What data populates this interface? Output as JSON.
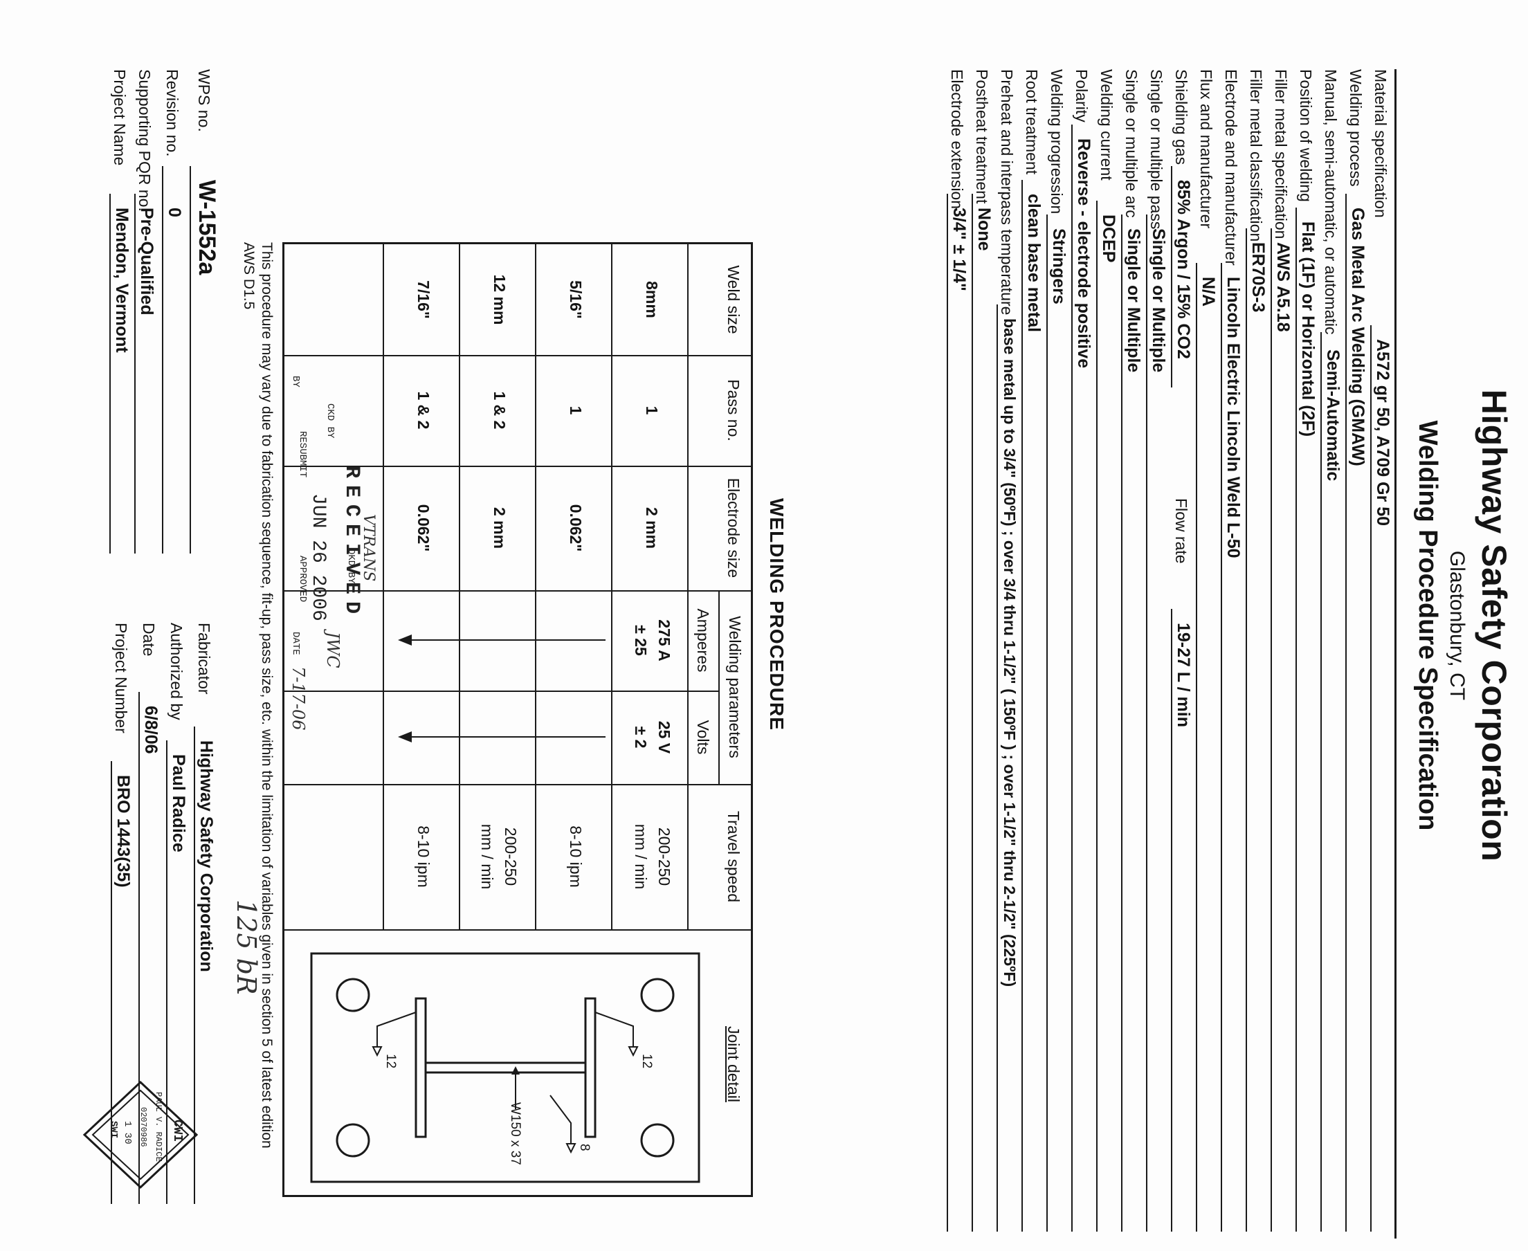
{
  "header": {
    "company": "Highway Safety Corporation",
    "city": "Glastonbury, CT",
    "title": "Welding Procedure Specification"
  },
  "fields": [
    {
      "label": "Material specification",
      "value": "A572 gr 50,  A709 Gr 50"
    },
    {
      "label": "Welding process",
      "value": "Gas Metal Arc Welding (GMAW)"
    },
    {
      "label": "Manual, semi-automatic, or automatic",
      "value": "Semi-Automatic"
    },
    {
      "label": "Position of welding",
      "value": "Flat (1F) or Horizontal (2F)"
    },
    {
      "label": "Filler metal specification",
      "value": "AWS A5.18"
    },
    {
      "label": "Filler metal classification",
      "value": "ER70S-3"
    },
    {
      "label": "Electrode and manufacturer",
      "value": "Lincoln Electric Lincoln Weld L-50"
    },
    {
      "label": "Flux and manufacturer",
      "value": "N/A"
    },
    {
      "label": "Shielding gas",
      "value": "85% Argon / 15% CO2",
      "extra_label": "Flow rate",
      "extra_value": "19-27 L / min"
    },
    {
      "label": "Single or multiple pass",
      "value": "Single or Multiple"
    },
    {
      "label": "Single or multiple arc",
      "value": "Single or Multiple"
    },
    {
      "label": "Welding current",
      "value": "DCEP"
    },
    {
      "label": "Polarity",
      "value": "Reverse - electrode positive"
    },
    {
      "label": "Welding progression",
      "value": "Stringers"
    },
    {
      "label": "Root treatment",
      "value": "clean base metal"
    },
    {
      "label": "Preheat and interpass temperature",
      "value": "base metal up to 3/4\" (50ºF) ; over 3/4 thru 1-1/2\" ( 150ºF ) ; over 1-1/2\" thru 2-1/2\" (225ºF)"
    },
    {
      "label": "Postheat treatment",
      "value": "None"
    },
    {
      "label": "Electrode extension",
      "value": "3/4\" ± 1/4\""
    }
  ],
  "procedure": {
    "section_title": "WELDING PROCEDURE",
    "headers": {
      "weld_size": "Weld size",
      "pass_no": "Pass no.",
      "electrode_size": "Electrode size",
      "welding_parameters": "Welding parameters",
      "amperes": "Amperes",
      "volts": "Volts",
      "travel_speed": "Travel speed",
      "joint_detail": "Joint detail"
    },
    "rows": [
      {
        "weld_size": "8mm",
        "pass_no": "1",
        "electrode_size": "2 mm",
        "amperes": "275 A",
        "amperes_tol": "± 25",
        "volts": "25 V",
        "volts_tol": "± 2",
        "travel_speed": "200-250",
        "travel_unit": "mm / min"
      },
      {
        "weld_size": "5/16\"",
        "pass_no": "1",
        "electrode_size": "0.062\"",
        "amperes": "",
        "amperes_tol": "",
        "volts": "",
        "volts_tol": "",
        "travel_speed": "8-10 ipm",
        "travel_unit": ""
      },
      {
        "weld_size": "12 mm",
        "pass_no": "1 & 2",
        "electrode_size": "2 mm",
        "amperes": "",
        "amperes_tol": "",
        "volts": "",
        "volts_tol": "",
        "travel_speed": "200-250",
        "travel_unit": "mm / min"
      },
      {
        "weld_size": "7/16\"",
        "pass_no": "1 & 2",
        "electrode_size": "0.062\"",
        "amperes": "",
        "amperes_tol": "",
        "volts": "",
        "volts_tol": "",
        "travel_speed": "8-10 ipm",
        "travel_unit": ""
      }
    ],
    "joint": {
      "member": "W150 x 37",
      "weld_flange_top": "12",
      "weld_flange_bottom": "12",
      "weld_web": "8"
    }
  },
  "stamp": {
    "received": "RECEIVED",
    "date": "JUN 26 2006",
    "ckd_by": "CKD BY",
    "okd_by": "OKD BY",
    "resubmit": "RESUBMIT",
    "approved": "APPROVED",
    "by": "BY",
    "date_label": "DATE",
    "hand_vtrans": "VTRANS",
    "hand_initials": "JWC",
    "hand_date": "7-17-06",
    "hand_note": "125 bR"
  },
  "note": "This procedure may vary due to fabrication sequence, fit-up, pass size, etc. within the limitation of variables given in section 5 of latest edition AWS D1.5",
  "footer": {
    "left": [
      {
        "label": "WPS no.",
        "value": "W-1552a"
      },
      {
        "label": "Revision no.",
        "value": "0"
      },
      {
        "label": "Supporting PQR no.",
        "value": "Pre-Qualified"
      },
      {
        "label": "Project Name",
        "value": "Mendon, Vermont"
      }
    ],
    "right": [
      {
        "label": "Fabricator",
        "value": "Highway Safety Corporation"
      },
      {
        "label": "Authorized by",
        "value": "Paul Radice"
      },
      {
        "label": "Date",
        "value": "6/8/06"
      },
      {
        "label": "Project Number",
        "value": "BRO 1443(35)"
      }
    ]
  },
  "seal": {
    "line1": "CWI",
    "line2": "PAUL V. RADICE",
    "line3": "02070986",
    "line4": "1 30",
    "line5": "SWI"
  }
}
